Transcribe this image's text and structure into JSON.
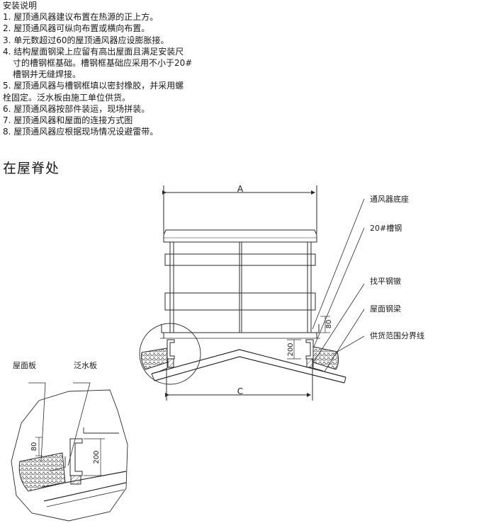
{
  "notes": {
    "heading": "安装说明",
    "items": [
      "1. 屋顶通风器建议布置在热源的正上方。",
      "2. 屋顶通风器可纵向布置或横向布置。",
      "3. 单元数超过60的屋顶通风器应设膨胀接。",
      "4. 结构屋面钢梁上应留有高出屋面且满足安装尺",
      "寸的槽钢框基础。槽钢框基础应采用不小于20#",
      "槽钢并无缝焊接。",
      "5. 屋顶通风器与槽钢框填以密封橡胶，并采用螺",
      "栓固定。泛水板由施工单位供货。",
      "6. 屋顶通风器按部件装运，现场拼装。",
      "7. 屋顶通风器和屋面的连接方式图",
      "8. 屋顶通风器应根据现场情况设避雷带。"
    ]
  },
  "section_title": "在屋脊处",
  "callouts": {
    "base": "通风器底座",
    "channel": "20#槽钢",
    "leveling_pier": "找平钢镦",
    "roof_beam": "屋面钢梁",
    "supply_boundary": "供货范围分界线"
  },
  "detail_labels": {
    "roof_panel": "屋面板",
    "flashing": "泛水板"
  },
  "dimensions": {
    "top_width": "A",
    "bottom_width": "C",
    "main_dim_80": "80",
    "main_dim_200": "200",
    "detail_dim_80": "80",
    "detail_dim_200": "200"
  },
  "colors": {
    "line": "#2a2a2a",
    "text": "#1a1a1a",
    "background": "#ffffff"
  }
}
